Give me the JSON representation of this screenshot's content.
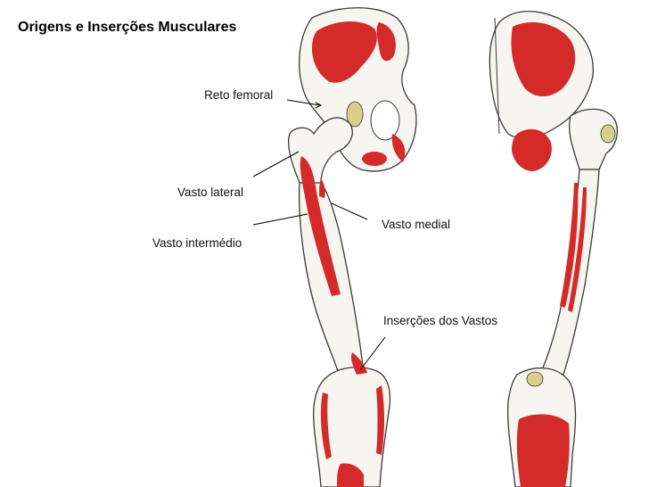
{
  "title": "Origens e Inserções Musculares",
  "labels": {
    "reto_femoral": "Reto femoral",
    "vasto_lateral": "Vasto lateral",
    "vasto_intermedio": "Vasto intermédio",
    "vasto_medial": "Vasto medial",
    "insercoes_vastos": "Inserções dos Vastos"
  },
  "colors": {
    "muscle": "#d42a2a",
    "bone": "#f7f5ef",
    "outline": "#3a3a3a",
    "cartilage": "#d9cf8a",
    "leader": "#000000"
  }
}
